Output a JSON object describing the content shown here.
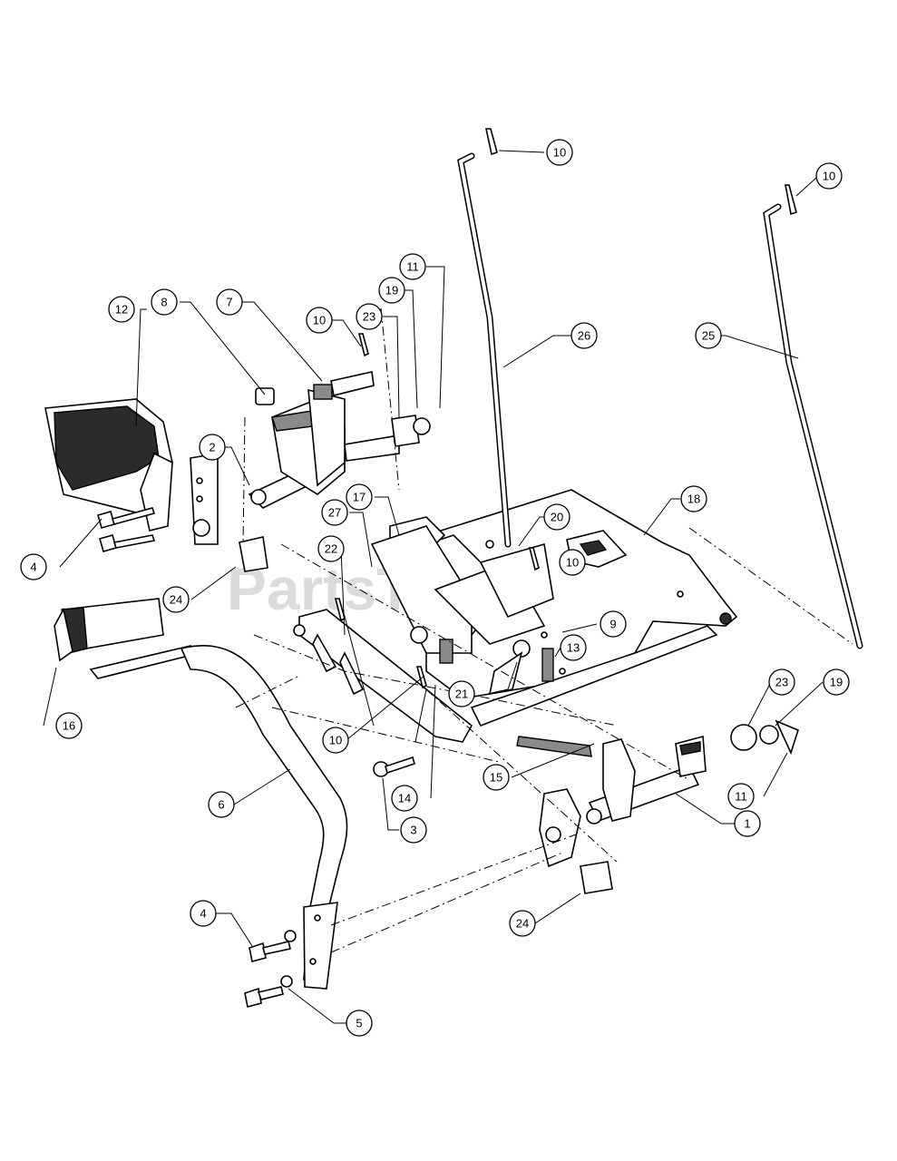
{
  "watermark": "PartsTree",
  "callouts": [
    {
      "id": "c-10-a",
      "label": "10"
    },
    {
      "id": "c-10-b",
      "label": "10"
    },
    {
      "id": "c-11-a",
      "label": "11"
    },
    {
      "id": "c-12",
      "label": "12"
    },
    {
      "id": "c-8",
      "label": "8"
    },
    {
      "id": "c-7",
      "label": "7"
    },
    {
      "id": "c-10-c",
      "label": "10"
    },
    {
      "id": "c-23-a",
      "label": "23"
    },
    {
      "id": "c-19-a",
      "label": "19"
    },
    {
      "id": "c-26",
      "label": "26"
    },
    {
      "id": "c-25",
      "label": "25"
    },
    {
      "id": "c-2",
      "label": "2"
    },
    {
      "id": "c-17",
      "label": "17"
    },
    {
      "id": "c-27",
      "label": "27"
    },
    {
      "id": "c-20",
      "label": "20"
    },
    {
      "id": "c-18",
      "label": "18"
    },
    {
      "id": "c-4-a",
      "label": "4"
    },
    {
      "id": "c-10-d",
      "label": "10"
    },
    {
      "id": "c-22",
      "label": "22"
    },
    {
      "id": "c-24-a",
      "label": "24"
    },
    {
      "id": "c-9",
      "label": "9"
    },
    {
      "id": "c-13",
      "label": "13"
    },
    {
      "id": "c-21",
      "label": "21"
    },
    {
      "id": "c-16",
      "label": "16"
    },
    {
      "id": "c-10-e",
      "label": "10"
    },
    {
      "id": "c-23-b",
      "label": "23"
    },
    {
      "id": "c-19-b",
      "label": "19"
    },
    {
      "id": "c-15",
      "label": "15"
    },
    {
      "id": "c-6",
      "label": "6"
    },
    {
      "id": "c-14",
      "label": "14"
    },
    {
      "id": "c-11-b",
      "label": "11"
    },
    {
      "id": "c-3",
      "label": "3"
    },
    {
      "id": "c-1",
      "label": "1"
    },
    {
      "id": "c-4-b",
      "label": "4"
    },
    {
      "id": "c-24-b",
      "label": "24"
    },
    {
      "id": "c-5",
      "label": "5"
    }
  ]
}
